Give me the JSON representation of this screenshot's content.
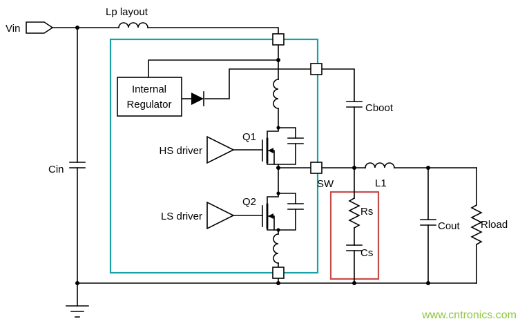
{
  "labels": {
    "vin": "Vin",
    "lp_layout": "Lp layout",
    "cin": "Cin",
    "internal_regulator_line1": "Internal",
    "internal_regulator_line2": "Regulator",
    "hs_driver": "HS driver",
    "ls_driver": "LS driver",
    "q1": "Q1",
    "q2": "Q2",
    "sw": "SW",
    "cboot": "Cboot",
    "l1": "L1",
    "rs": "Rs",
    "cs": "Cs",
    "cout": "Cout",
    "rload": "Rload"
  },
  "watermark": {
    "text": "www.cntronics.com",
    "color": "#8dc63f"
  },
  "colors": {
    "wire": "#000000",
    "ic_outline": "#17a0a6",
    "snubber_outline": "#c84b4b",
    "background": "#ffffff"
  }
}
